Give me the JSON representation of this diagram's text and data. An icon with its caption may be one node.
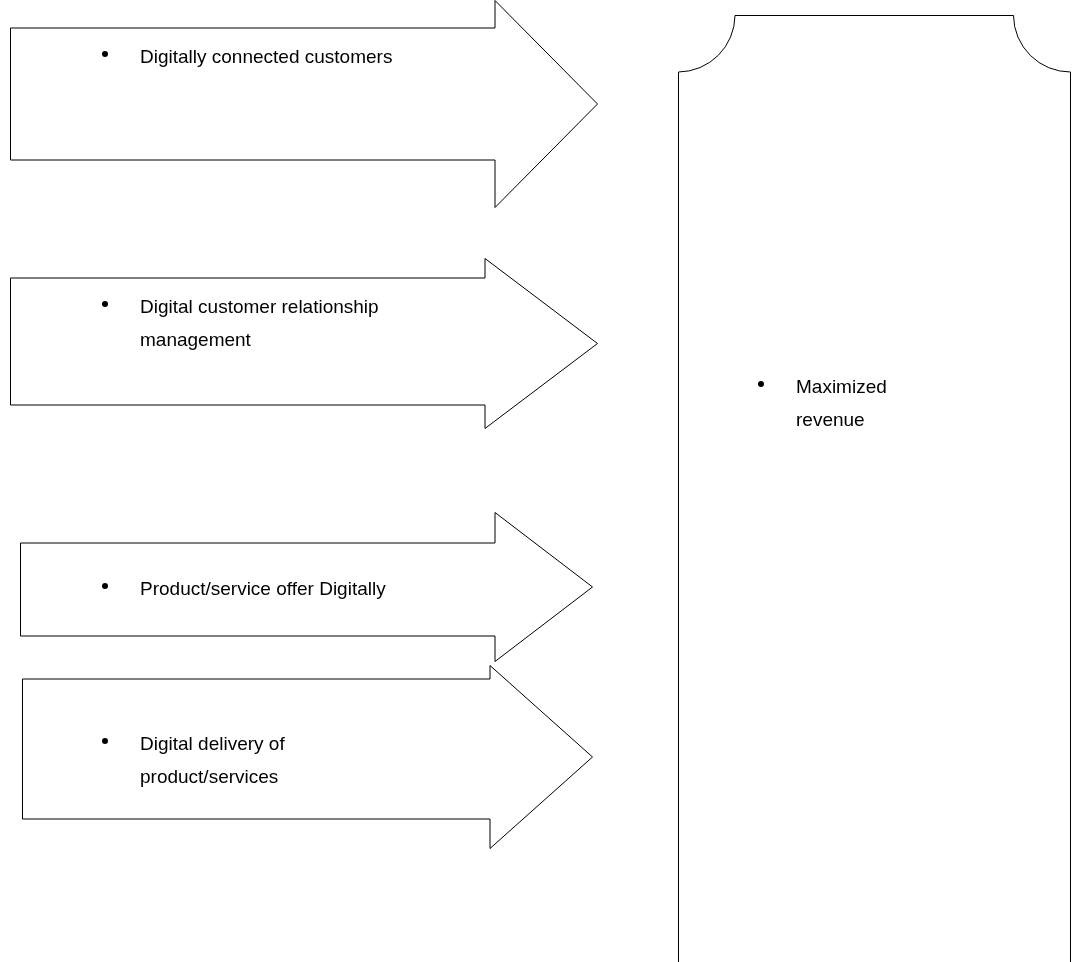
{
  "diagram": {
    "nodes": [
      {
        "text": [
          "Digitally connected customers"
        ]
      },
      {
        "text": [
          "Digital customer relationship management"
        ]
      },
      {
        "text": [
          "Product/service offer Digitally"
        ]
      },
      {
        "text": [
          "Digital delivery of product/services"
        ]
      },
      {
        "text": [
          "Maximized revenue"
        ]
      }
    ]
  }
}
